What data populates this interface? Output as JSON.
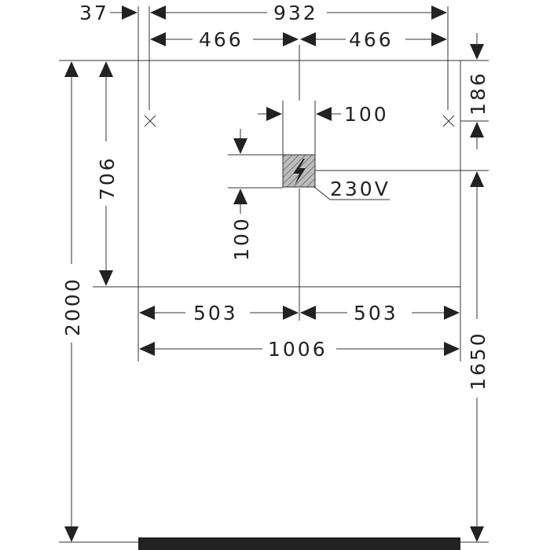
{
  "colors": {
    "line": "#333333",
    "arrow": "#222222",
    "floor": "#222222",
    "box_fill": "#bdbdbd"
  },
  "dimensions": {
    "offset_left": "37",
    "total_top": "932",
    "half_top_left": "466",
    "half_top_right": "466",
    "height_top": "186",
    "box_width": "100",
    "box_height": "100",
    "panel_height": "706",
    "total_height": "2000",
    "half_bottom_left": "503",
    "half_bottom_right": "503",
    "total_width": "1006",
    "socket_height": "1650"
  },
  "labels": {
    "voltage": "230V"
  },
  "icons": {
    "socket": "electrical-hazard-icon",
    "mount_left": "cross-mark-icon",
    "mount_right": "cross-mark-icon"
  }
}
